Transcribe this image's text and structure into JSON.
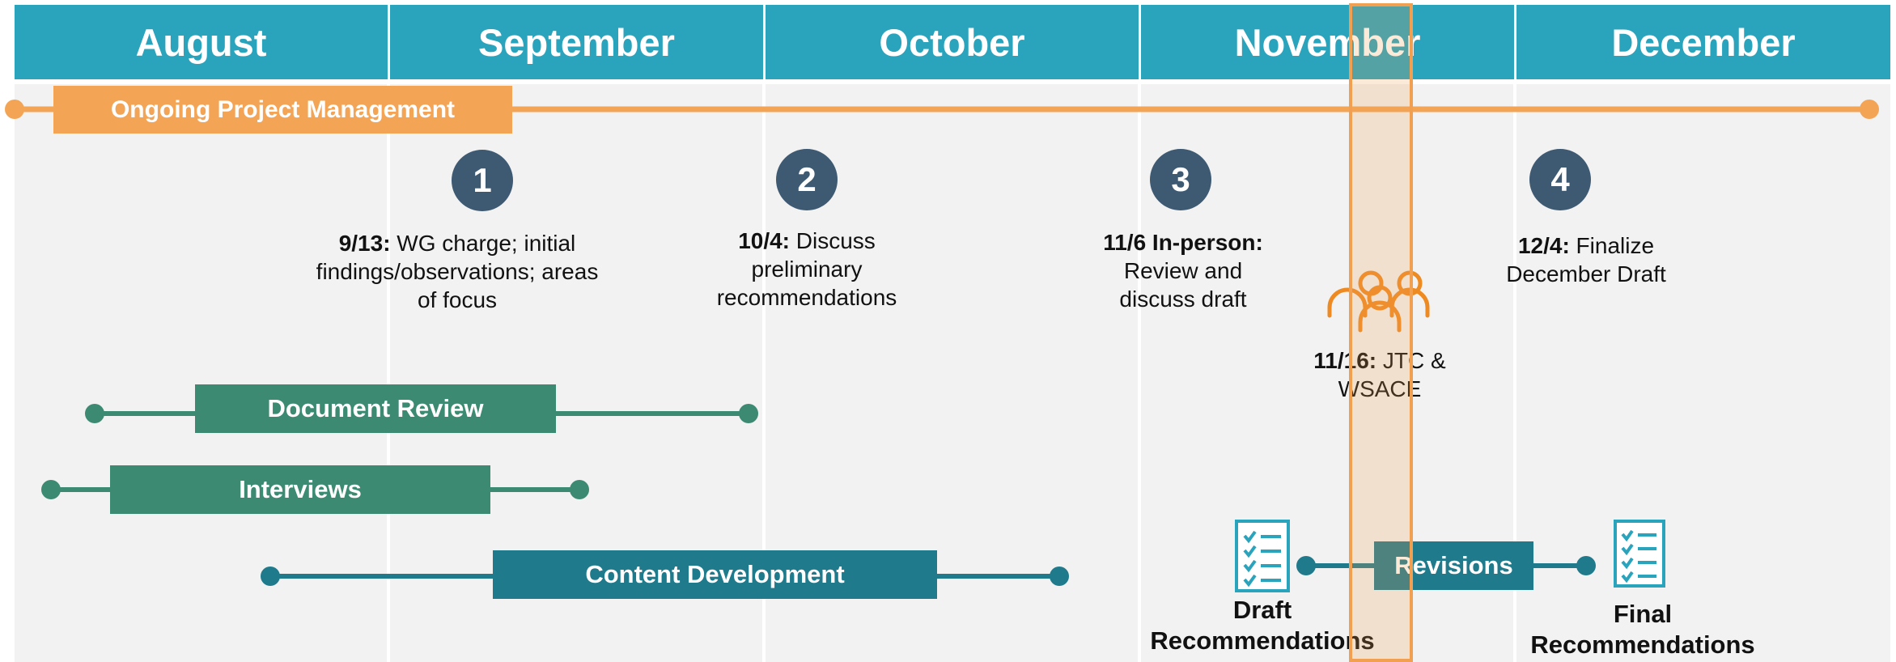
{
  "months": [
    "August",
    "September",
    "October",
    "November",
    "December"
  ],
  "tracks": {
    "project_management": "Ongoing Project Management",
    "document_review": "Document Review",
    "interviews": "Interviews",
    "content_development": "Content Development",
    "revisions": "Revisions"
  },
  "milestones": [
    {
      "number": "1",
      "date": "9/13:",
      "text": " WG charge; initial findings/observations; areas of focus"
    },
    {
      "number": "2",
      "date": "10/4:",
      "text": " Discuss preliminary recommendations"
    },
    {
      "number": "3",
      "date": "11/6 In-person:",
      "text": " Review and discuss draft"
    },
    {
      "number": "4",
      "date": "12/4:",
      "text": " Finalize December Draft"
    }
  ],
  "meeting": {
    "date": "11/16:",
    "text": " JTC & WSACE",
    "icon": "people-group-icon"
  },
  "deliverables": {
    "draft": "Draft Recommendations",
    "final": "Final Recommendations",
    "icon": "checklist-icon"
  },
  "colors": {
    "header": "#2aa3bd",
    "project_management": "#f3a455",
    "green": "#3d8a73",
    "teal": "#1f7a8c",
    "milestone": "#3e5a73",
    "highlight": "#f0a050"
  }
}
